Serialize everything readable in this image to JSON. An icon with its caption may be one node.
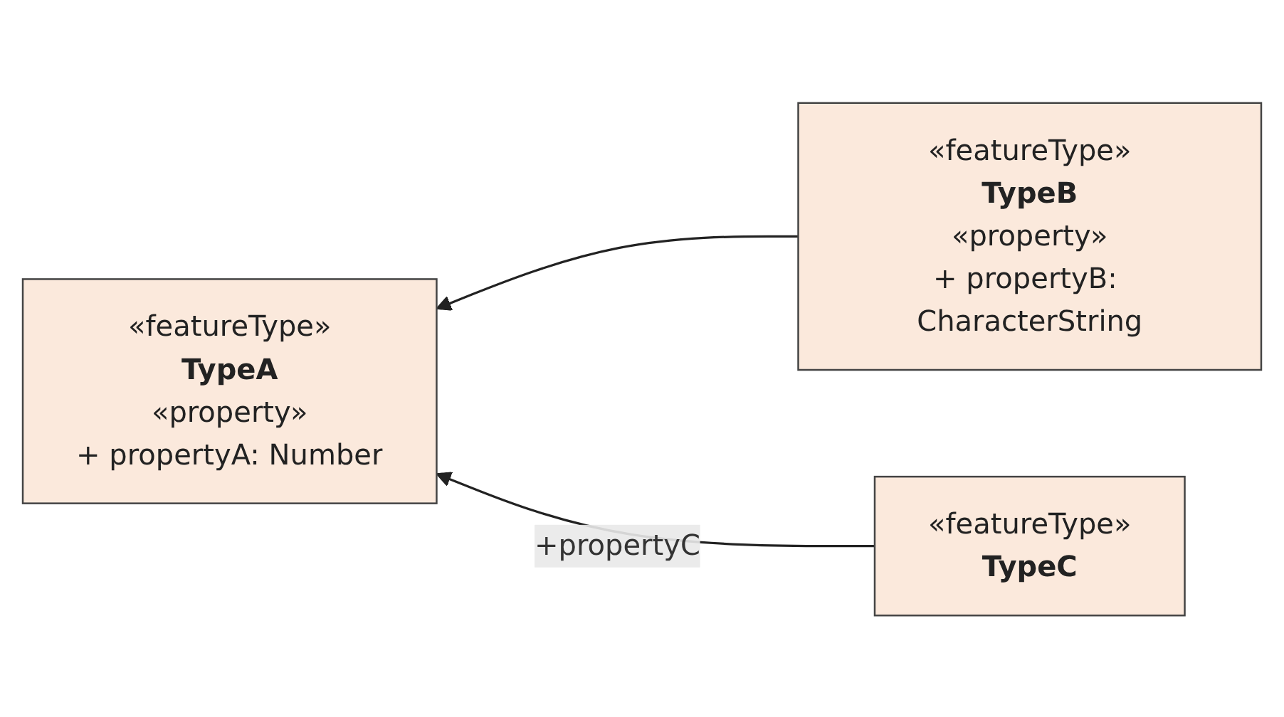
{
  "diagram": {
    "nodes": [
      {
        "text": [
          "«featureType»",
          "TypeA",
          "«property»",
          "+ propertyA: Number"
        ]
      },
      {
        "text": [
          "«featureType»",
          "TypeB",
          "«property»",
          "+ propertyB: CharacterString"
        ]
      },
      {
        "text": [
          "«featureType»",
          "TypeC"
        ]
      }
    ],
    "edges": [
      {
        "from": 1,
        "to": 0,
        "arrow": "to"
      },
      {
        "from": 2,
        "to": 0,
        "arrow": "to",
        "label": "+propertyC"
      }
    ]
  }
}
